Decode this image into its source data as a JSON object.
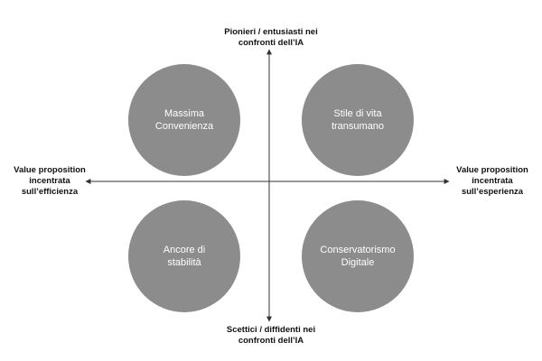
{
  "axes": {
    "top_label": "Pionieri / entusiasti nei\nconfronti dell’IA",
    "bottom_label": "Scettici / diffidenti nei\nconfronti dell’IA",
    "left_label": "Value proposition\nincentrata\nsull’efficienza",
    "right_label": "Value proposition\nincentrata\nsull’esperienza"
  },
  "quadrants": {
    "top_left": "Massima\nConvenienza",
    "top_right": "Stile di vita\ntransumano",
    "bottom_left": "Ancore di\nstabilità",
    "bottom_right": "Conservatorismo\nDigitale"
  },
  "colors": {
    "circle_fill": "#8c8c8c",
    "circle_text": "#ffffff",
    "axis_line": "#333333",
    "label_text": "#111111"
  }
}
